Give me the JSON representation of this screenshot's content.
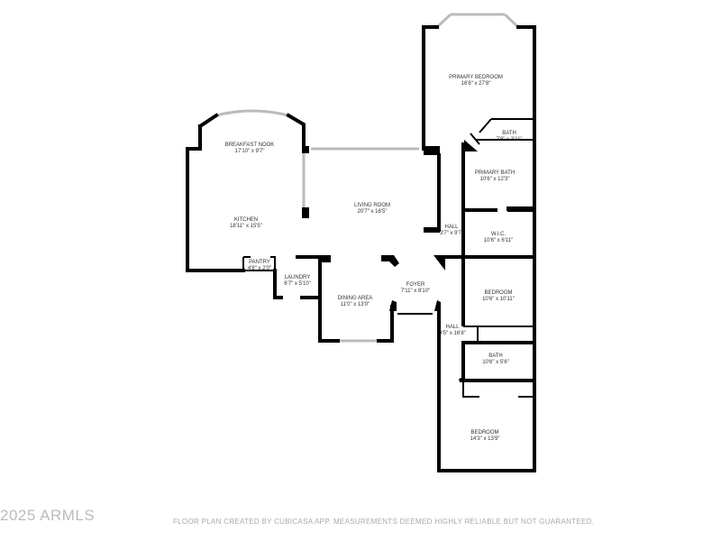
{
  "rooms": {
    "primary_bedroom": {
      "name": "PRIMARY BEDROOM",
      "dims": "16'8\" x 27'8\""
    },
    "bath_primary_small": {
      "name": "BATH",
      "dims": "7'8\" x 3'11\""
    },
    "primary_bath": {
      "name": "PRIMARY BATH",
      "dims": "10'6\" x 12'3\""
    },
    "breakfast_nook": {
      "name": "BREAKFAST NOOK",
      "dims": "17'10\" x 9'7\""
    },
    "living_room": {
      "name": "LIVING ROOM",
      "dims": "20'7\" x 16'5\""
    },
    "kitchen": {
      "name": "KITCHEN",
      "dims": "18'11\" x 15'5\""
    },
    "hall_upper": {
      "name": "HALL",
      "dims": "3'7\" x 9'7\""
    },
    "wic": {
      "name": "W.I.C.",
      "dims": "10'6\" x 6'11\""
    },
    "pantry": {
      "name": "PANTRY",
      "dims": "4'8\" x 2'0\""
    },
    "laundry": {
      "name": "LAUNDRY",
      "dims": "6'7\" x 5'10\""
    },
    "foyer": {
      "name": "FOYER",
      "dims": "7'11\" x 8'10\""
    },
    "bedroom_2": {
      "name": "BEDROOM",
      "dims": "10'6\" x 10'11\""
    },
    "dining_area": {
      "name": "DINING AREA",
      "dims": "11'0\" x 13'0\""
    },
    "hall_lower": {
      "name": "HALL",
      "dims": "3'5\" x 16'8\""
    },
    "bath_2": {
      "name": "BATH",
      "dims": "10'6\" x 5'6\""
    },
    "bedroom_3": {
      "name": "BEDROOM",
      "dims": "14'3\" x 13'9\""
    }
  },
  "footer": {
    "copyright": "2025 ARMLS",
    "disclaimer": "FLOOR PLAN CREATED BY CUBICASA APP. MEASUREMENTS DEEMED HIGHLY RELIABLE BUT NOT GUARANTEED."
  }
}
